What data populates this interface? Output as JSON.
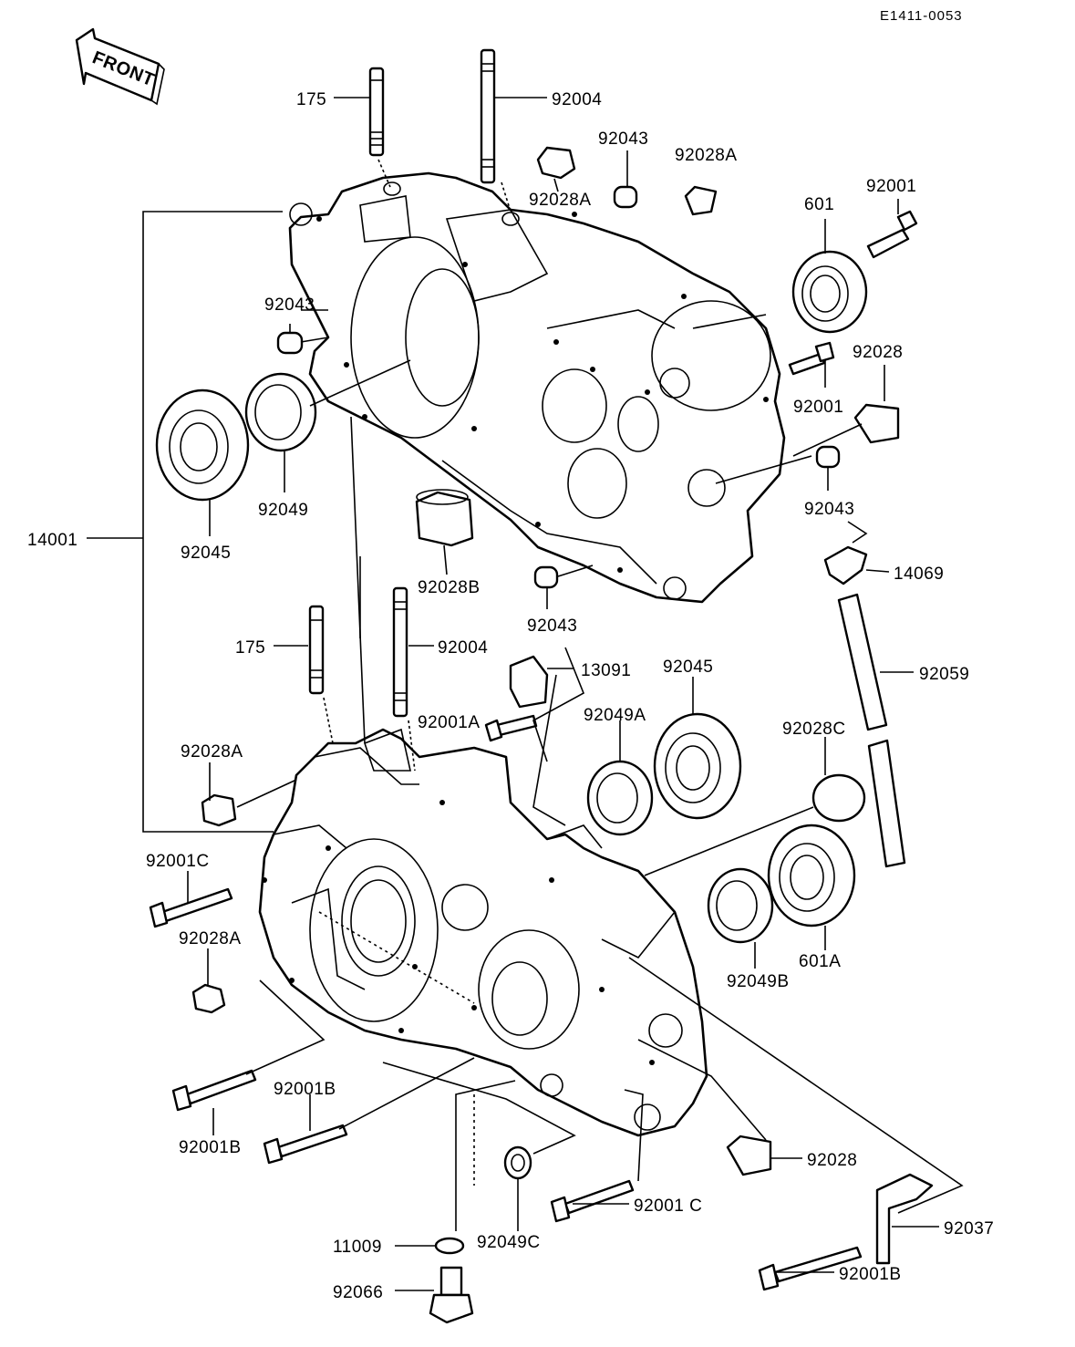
{
  "diagram": {
    "code": "E1411-0053",
    "direction_label": "FRONT",
    "labels": {
      "175_upper": "175",
      "92004_upper": "92004",
      "92043_top": "92043",
      "92028A_top": "92028A",
      "92028A_mid": "92028A",
      "601": "601",
      "92001_top": "92001",
      "92043_left": "92043",
      "92028_right": "92028",
      "92001_right": "92001",
      "92049_upper": "92049",
      "92045_upper": "92045",
      "14001": "14001",
      "92043_right": "92043",
      "14069": "14069",
      "92028B": "92028B",
      "92043_lower": "92043",
      "175_lower": "175",
      "92004_lower": "92004",
      "13091": "13091",
      "92045_lower": "92045",
      "92059": "92059",
      "92001A": "92001A",
      "92049A": "92049A",
      "92028C": "92028C",
      "92028A_left": "92028A",
      "92001C_left": "92001C",
      "92028A_bottom": "92028A",
      "92049B": "92049B",
      "601A": "601A",
      "92001B_mid": "92001B",
      "92001B_left": "92001B",
      "92028_bottom": "92028",
      "92049C": "92049C",
      "92001C_bottom": "92001 C",
      "92037": "92037",
      "11009": "11009",
      "92001B_right": "92001B",
      "92066": "92066"
    }
  }
}
